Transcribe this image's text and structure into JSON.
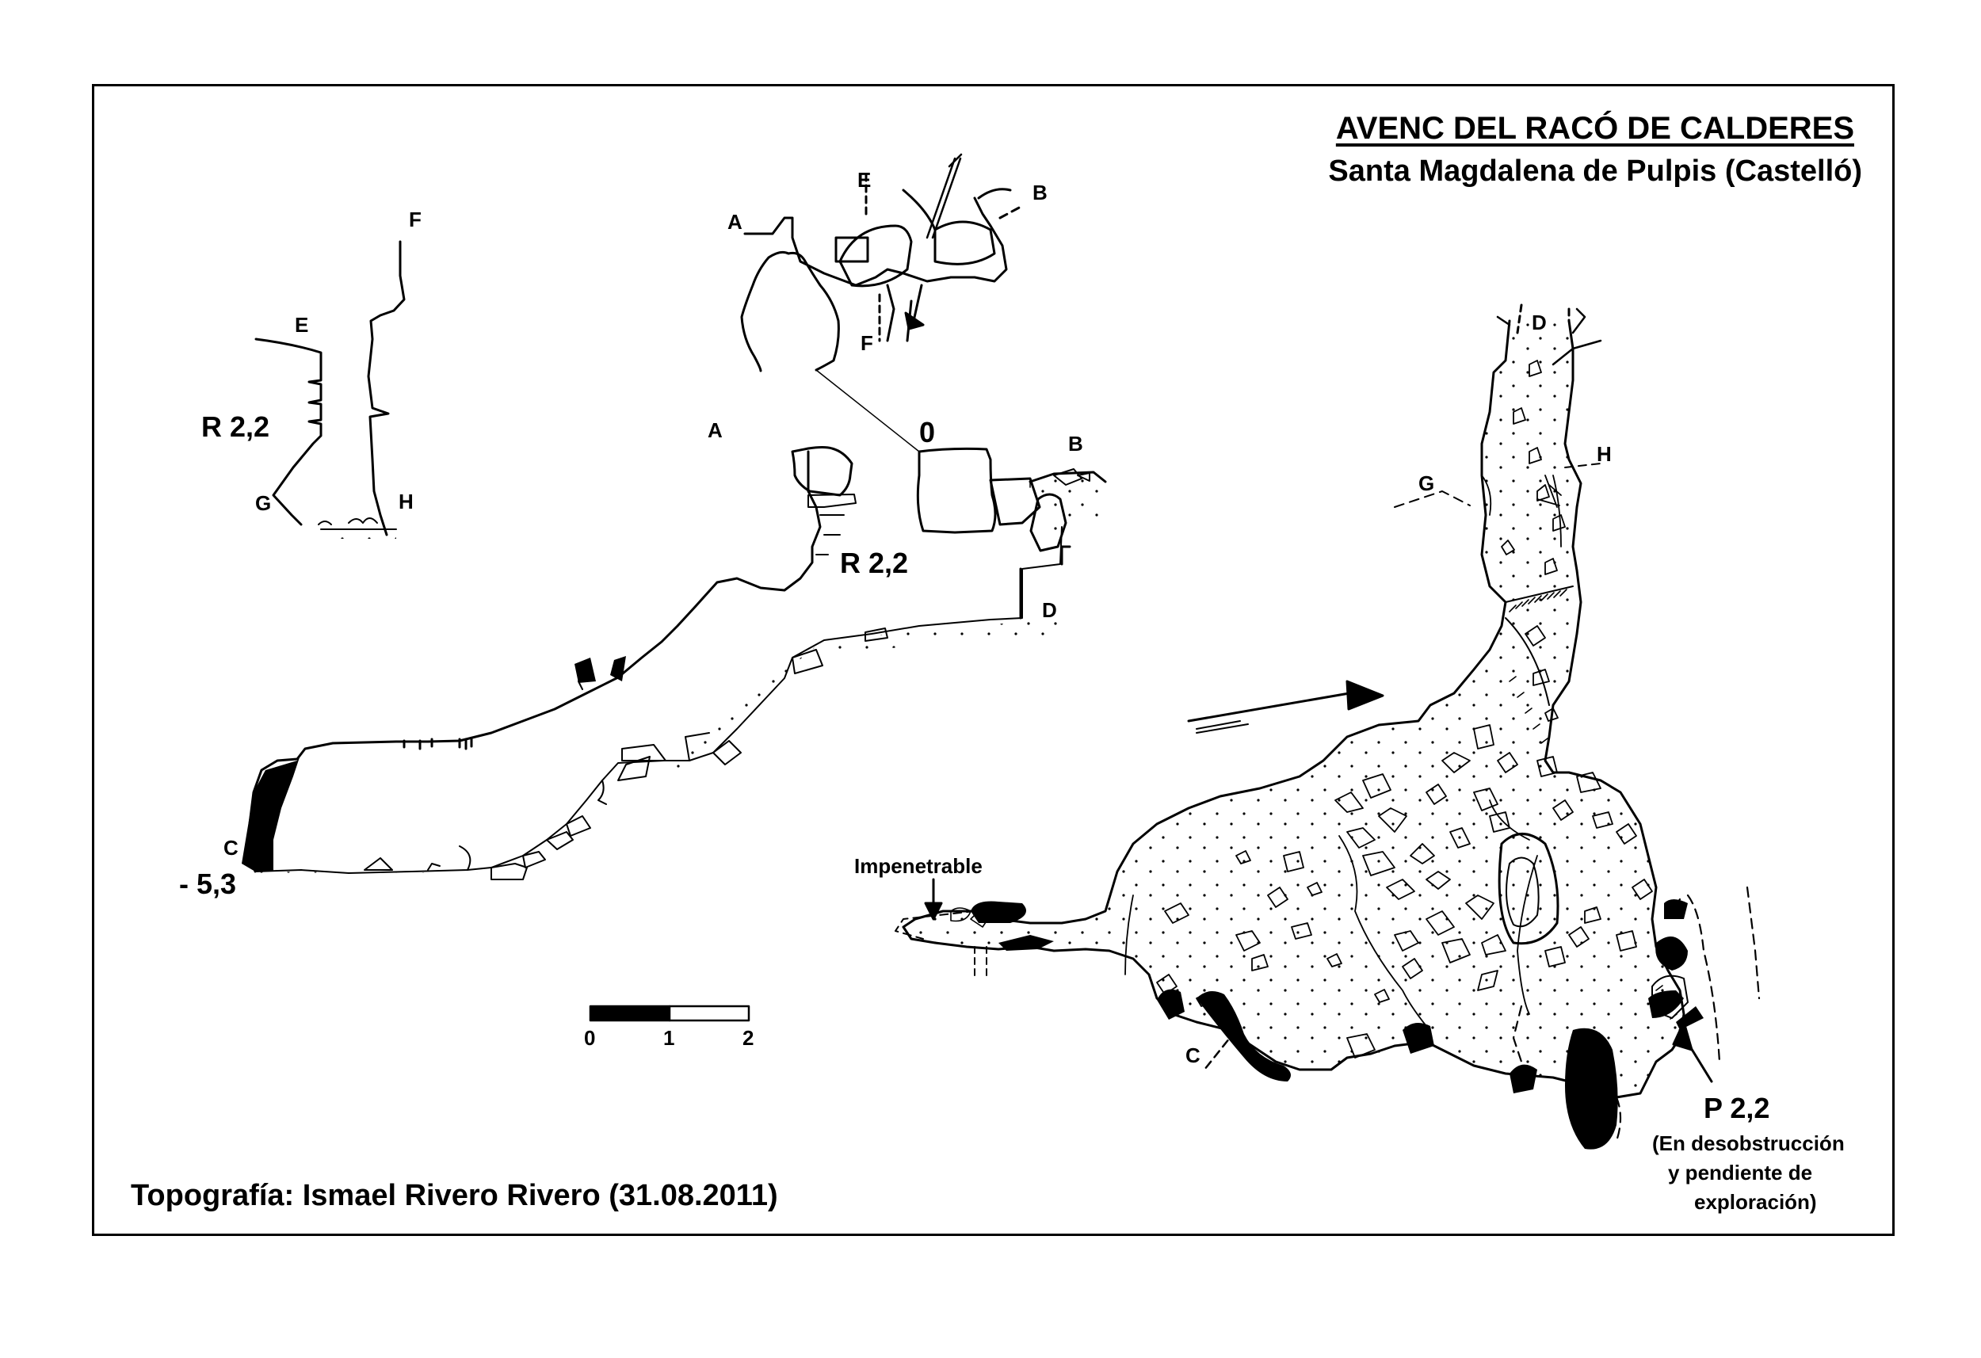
{
  "title": "AVENC DEL RACÓ DE CALDERES",
  "subtitle": "Santa Magdalena de Pulpis (Castelló)",
  "credit": "Topografía: Ismael Rivero Rivero (31.08.2011)",
  "section_labels": {
    "A_plan": "A",
    "B_plan": "B",
    "E_plan": "E",
    "F_plan": "F",
    "E_section": "E",
    "F_section": "F",
    "G_section": "G",
    "H_section": "H",
    "A_profile": "A",
    "B_profile": "B",
    "C_profile": "C",
    "D_profile": "D",
    "D_plan": "D",
    "G_plan": "G",
    "H_plan": "H",
    "C_plan": "C"
  },
  "depths": {
    "zero": "0",
    "bottom": "- 5,3"
  },
  "pitches": {
    "r_section": "R 2,2",
    "r_profile": "R 2,2",
    "p_plan": "P 2,2"
  },
  "annotations": {
    "impenetrable": "Impenetrable",
    "p_note_line1": "(En desobstrucción",
    "p_note_line2": "y pendiente de",
    "p_note_line3": "exploración)"
  },
  "scale": {
    "ticks": [
      "0",
      "1",
      "2"
    ]
  },
  "colors": {
    "ink": "#000000",
    "paper": "#ffffff"
  }
}
